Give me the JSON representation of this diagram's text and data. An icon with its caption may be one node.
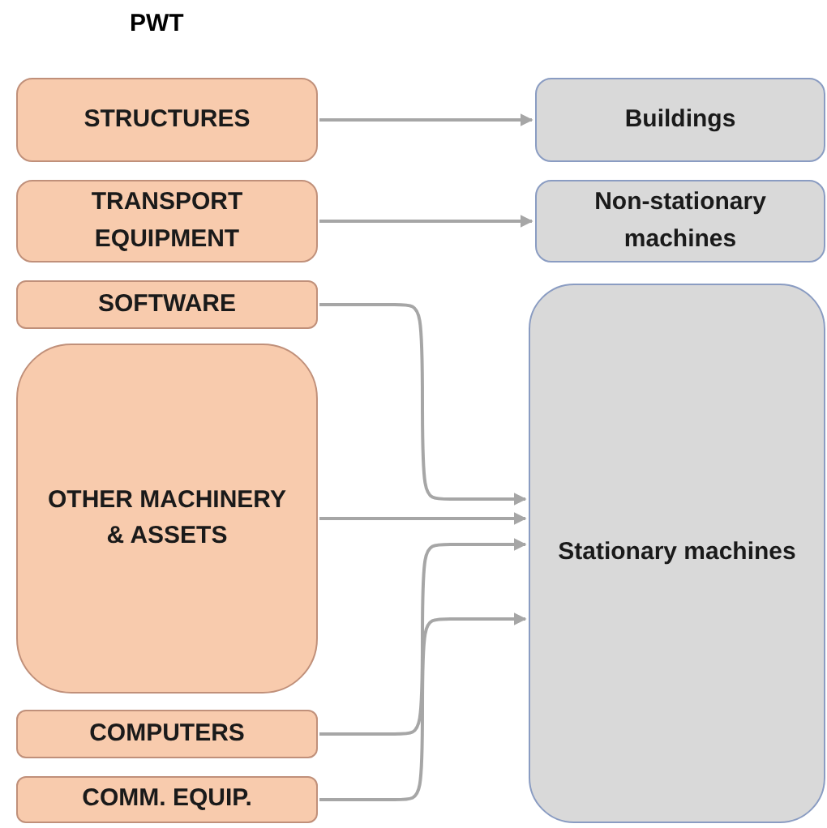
{
  "diagram": {
    "title": "PWT",
    "nodes": [
      {
        "text": [
          "STRUCTURES"
        ]
      },
      {
        "text": [
          "TRANSPORT EQUIPMENT"
        ]
      },
      {
        "text": [
          "SOFTWARE"
        ]
      },
      {
        "text": [
          "OTHER MACHINERY & ASSETS"
        ]
      },
      {
        "text": [
          "COMPUTERS"
        ]
      },
      {
        "text": [
          "COMM. EQUIP."
        ]
      },
      {
        "text": [
          "Buildings"
        ]
      },
      {
        "text": [
          "Non-stationary machines"
        ]
      },
      {
        "text": [
          "Stationary machines"
        ]
      }
    ],
    "edges": [
      {
        "from": 0,
        "to": 6,
        "arrow": "to"
      },
      {
        "from": 1,
        "to": 7,
        "arrow": "to"
      },
      {
        "from": 2,
        "to": 8,
        "arrow": "to"
      },
      {
        "from": 3,
        "to": 8,
        "arrow": "to"
      },
      {
        "from": 4,
        "to": 8,
        "arrow": "to"
      },
      {
        "from": 5,
        "to": 8,
        "arrow": "to"
      }
    ]
  }
}
